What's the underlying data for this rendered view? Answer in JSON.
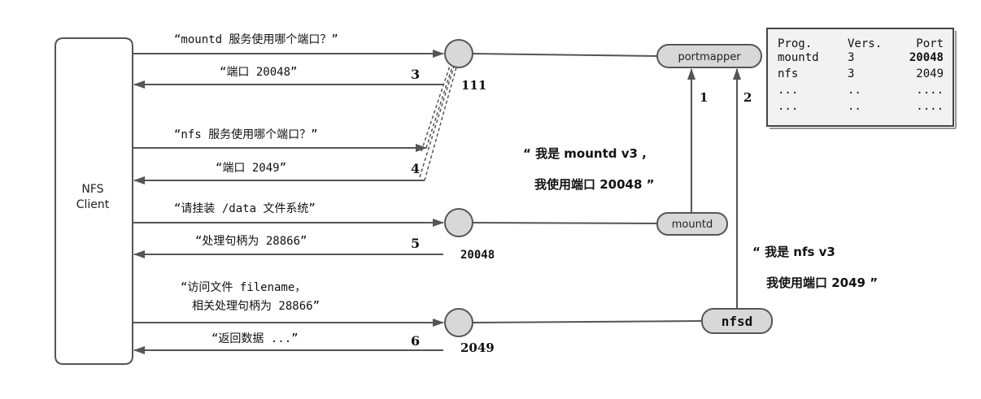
{
  "client": {
    "label_line1": "NFS",
    "label_line2": "Client"
  },
  "ports": {
    "portmapper": "111",
    "mountd": "20048",
    "nfsd": "2049"
  },
  "services": {
    "portmapper": "portmapper",
    "mountd": "mountd",
    "nfsd": "nfsd"
  },
  "messages": {
    "m1": "“mountd 服务使用哪个端口？”",
    "m2": "“端口 20048”",
    "m3": "“nfs 服务使用哪个端口？”",
    "m4": "“端口 2049”",
    "m5": "“请挂装 /data 文件系统”",
    "m6": "“处理句柄为 28866”",
    "m7_line1": "“访问文件 filename，",
    "m7_line2": "相关处理句柄为 28866”",
    "m8": "“返回数据 ...”"
  },
  "steps": {
    "s1": "1",
    "s2": "2",
    "s3": "3",
    "s4": "4",
    "s5": "5",
    "s6": "6"
  },
  "registrations": {
    "mountd_line1": "“ 我是 mountd v3 ,",
    "mountd_line2": "我使用端口 20048 ”",
    "nfs_line1": "“ 我是 nfs v3",
    "nfs_line2": "我使用端口 2049 ”"
  },
  "port_table": {
    "headers": [
      "Prog.",
      "Vers.",
      "Port"
    ],
    "rows": [
      [
        "mountd",
        "3",
        "20048"
      ],
      [
        "nfs",
        "3",
        "2049"
      ],
      [
        "...",
        "..",
        "...."
      ],
      [
        "...",
        "..",
        "...."
      ]
    ]
  },
  "colors": {
    "line": "#555555",
    "fill": "#d8d8d8",
    "text": "#111111",
    "table_bg": "#f2f2f2"
  }
}
